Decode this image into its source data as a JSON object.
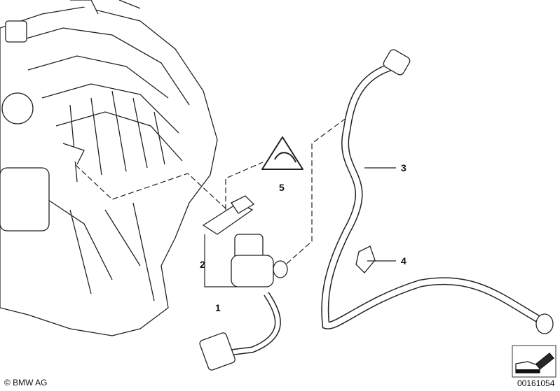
{
  "callouts": {
    "p1": "1",
    "p2": "2",
    "p3": "3",
    "p4": "4",
    "p5": "5"
  },
  "copyright": "© BMW AG",
  "diagram_number": "00161054",
  "icons": [
    "engine-intake-manifold",
    "valve-assembly",
    "hose-line",
    "clip",
    "warning-label-triangle",
    "navigation-arrow"
  ]
}
